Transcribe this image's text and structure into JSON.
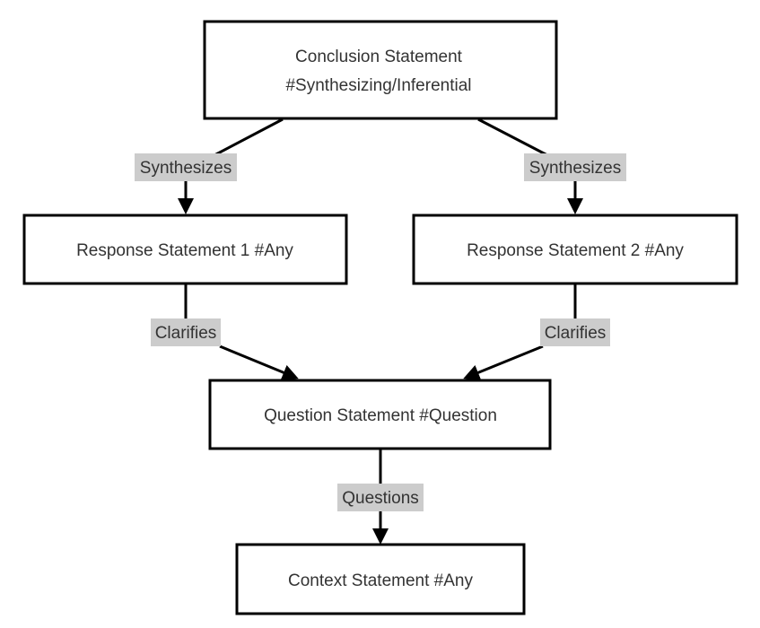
{
  "nodes": {
    "conclusion": {
      "line1": "Conclusion Statement",
      "line2": "#Synthesizing/Inferential"
    },
    "response1": {
      "label": "Response Statement 1 #Any"
    },
    "response2": {
      "label": "Response Statement 2 #Any"
    },
    "question": {
      "label": "Question Statement #Question"
    },
    "context": {
      "label": "Context Statement #Any"
    }
  },
  "edges": {
    "conclusion_to_response1": {
      "label": "Synthesizes"
    },
    "conclusion_to_response2": {
      "label": "Synthesizes"
    },
    "response1_to_question": {
      "label": "Clarifies"
    },
    "response2_to_question": {
      "label": "Clarifies"
    },
    "question_to_context": {
      "label": "Questions"
    }
  }
}
